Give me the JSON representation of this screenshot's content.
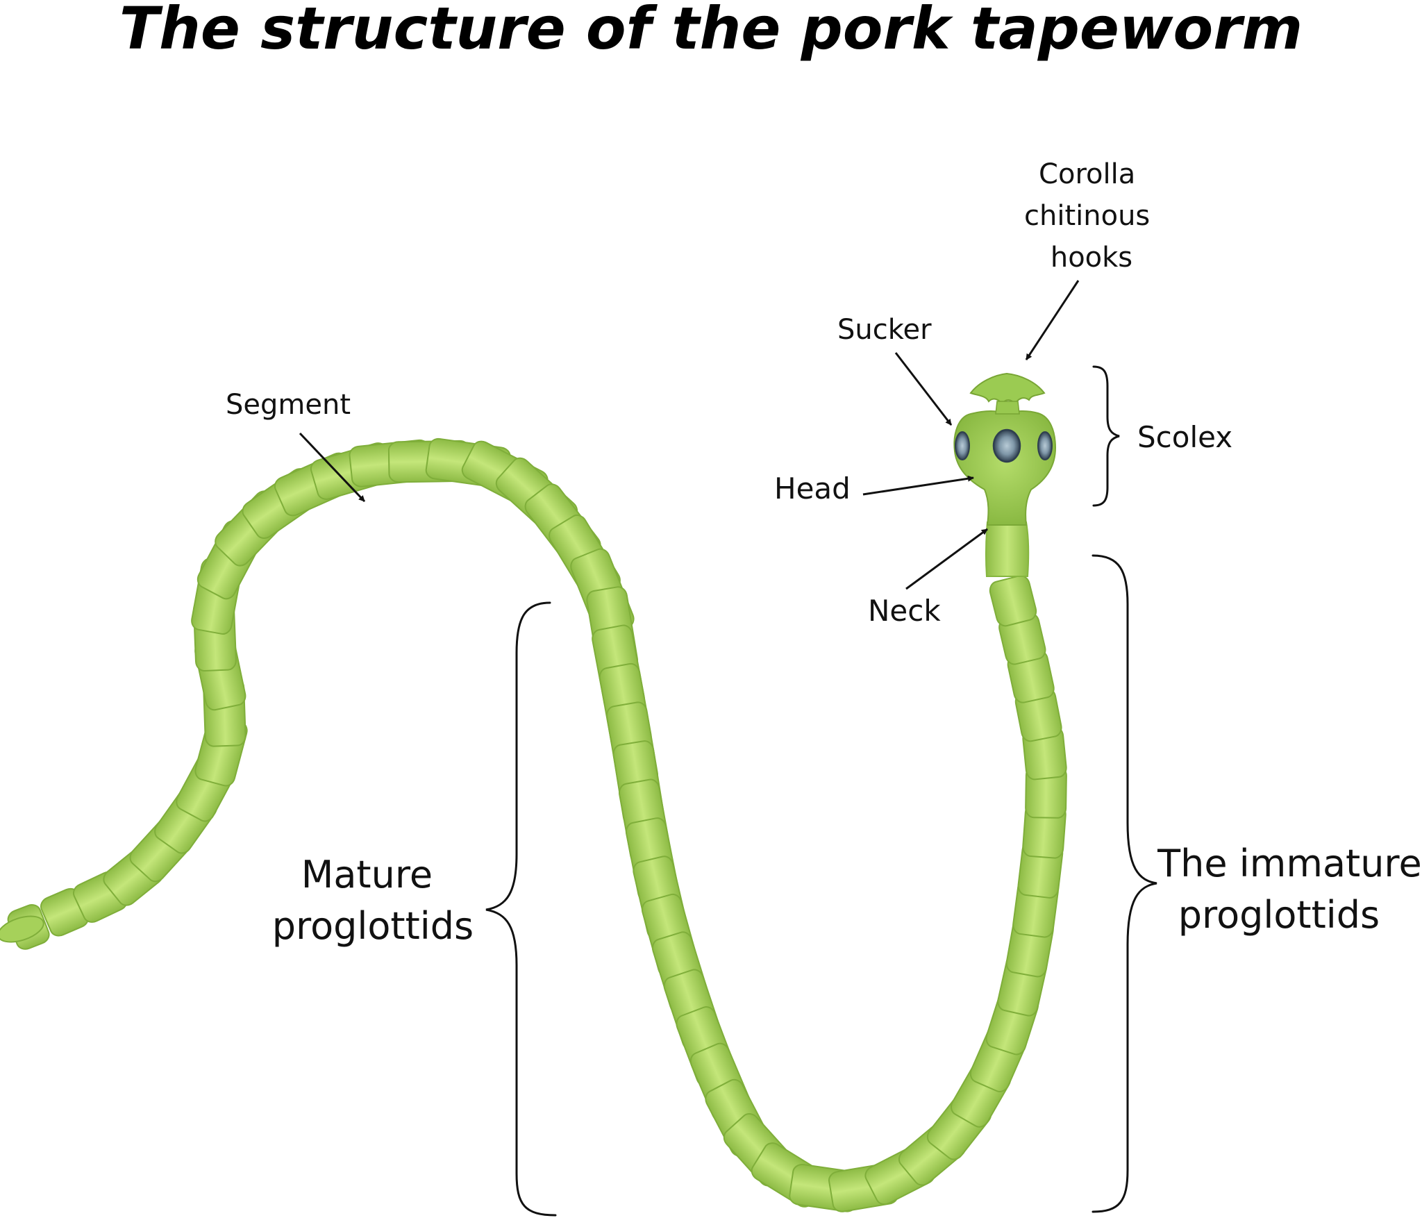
{
  "title": "The structure of the pork tapeworm",
  "labels": {
    "corolla": [
      "Corolla",
      "chitinous",
      "hooks"
    ],
    "sucker": "Sucker",
    "scolex": "Scolex",
    "head": "Head",
    "neck": "Neck",
    "segment": "Segment",
    "mature": [
      "Mature",
      "proglottids"
    ],
    "immature": [
      "The immature",
      "proglottids"
    ]
  },
  "colors": {
    "body_light": "#c4e67a",
    "body_mid": "#a6d15a",
    "body_dark": "#8dbb45",
    "sucker_rim": "#2f3f4f",
    "sucker_fill": "#8fa7b7",
    "ink": "#111111"
  }
}
